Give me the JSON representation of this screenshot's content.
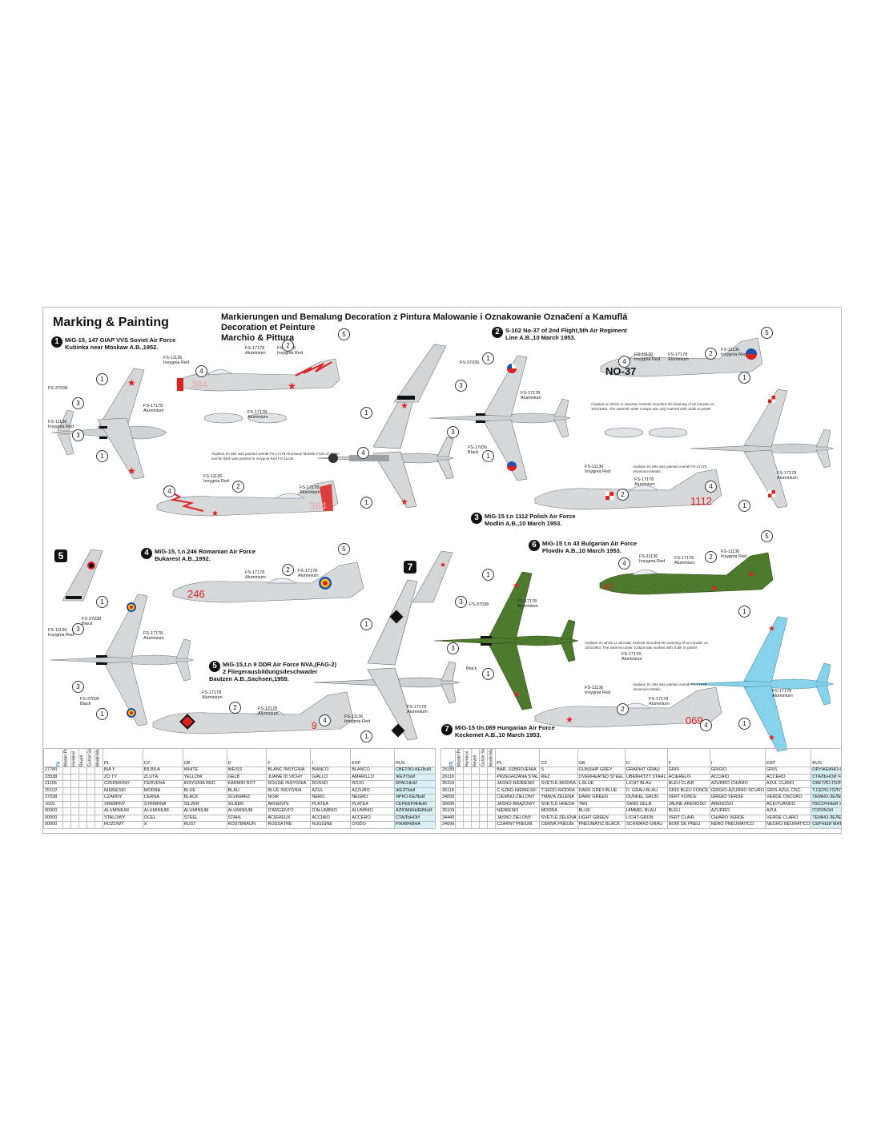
{
  "title": "Marking & Painting",
  "lang_titles": [
    "Markierungen und Bemalung  Decoration z Pintura  Malowanie i Oznakowanie  Označení a Kamuflá",
    "Decoration et Peinture",
    "Marchio & Pittura"
  ],
  "schemes": [
    {
      "num": "1",
      "lines": [
        "MiG-15, 147 GIAP VVS Soviet Air Force",
        "Kubinka near Moskaw A.B.,1952."
      ]
    },
    {
      "num": "2",
      "lines": [
        "S-102 No-37 of 2nd Flight,5th Air Regiment",
        "Line A.B.,10 March 1953."
      ]
    },
    {
      "num": "3",
      "lines": [
        "MiG-15 t.n 1112 Polish Air Force",
        "Modlin A.B.,10 March 1953."
      ]
    },
    {
      "num": "4",
      "lines": [
        "MiG-15, t.n.246 Romanian Air Force",
        "Bukarest A.B.,1992."
      ]
    },
    {
      "num": "5",
      "lines": [
        "MiG-15,t.n 9 DDR Air Force NVA,(FAG-2)",
        "2 Fliegerausbildungsdeschwader",
        "Bautzen A.B.,Sachsen,1959."
      ]
    },
    {
      "num": "6",
      "lines": [
        "MiG-15 t.n 43 Bulgarian Air Force",
        "Plovdiv A.B.,10 March 1953."
      ]
    },
    {
      "num": "7",
      "lines": [
        "MiG-15 t/n.069 Hungarian Air Force",
        "Keckemet A.B.,10 March 1953."
      ]
    }
  ],
  "tail_numbers": {
    "s1": "384",
    "s2": "NO-37",
    "s3": "1112",
    "s4": "246",
    "s5": "9",
    "s6": "43",
    "s7": "069"
  },
  "fs_labels": {
    "fs11136": "FS-11136",
    "fs17178": "FS-17178",
    "fs37038": "FS-37038",
    "fs37036": "FS-37036",
    "fs17036": "FS-17036",
    "insignia": "Insygnia Red",
    "aluminium": "Aluminium",
    "black": "Black"
  },
  "notes": {
    "n1": "Airplane t/n 384 was painted overall FS-17178 Aluminum Metallic.Front of intake and fin flash was painted in Insygnia Red FS-11136",
    "n2": "Airplane on which Lt.Jaroslav Sramek recorded the downing of an intruder on 10/3/1953. The asterisk under cockpit was only marked with chalk or pastel",
    "n3": "Airplane t/n 384 was painted overall FS-17178 Aluminum Metalic.",
    "n4": "Airplane on which Lt.Jaroslav Sramek recorded the downing of an intruder on 10/3/1953. The asterisk under cockpit was marked with chalk or pastel",
    "n5": "Airplane t/n 384 was painted overall FS-17178 Aluminum Metalic."
  },
  "callout_nums": [
    "1",
    "2",
    "3",
    "4",
    "5"
  ],
  "table_left": {
    "headers": {
      "fs": "FS",
      "master_paint": "Master Paint",
      "humbrol": "Humbrol",
      "revell": "Revell",
      "gunze": "Gunze Sangyo",
      "model_master": "Model Master",
      "pl": "PL",
      "cz": "CZ",
      "gb": "GB",
      "d": "D",
      "f": "F",
      "i": "I",
      "esp": "ESP",
      "rus": "RUS"
    },
    "rows": [
      [
        "27780",
        "BIA Y",
        "BÍLBÍLÁ",
        "WHITE",
        "WEISS",
        "BLANC INSYGNIA",
        "BIANCO",
        "BLANCO",
        "СВЕТЛО-БЕЛЫЙ"
      ],
      [
        "23538",
        "ŻÓ TY",
        "ŽLUTÁ",
        "YELLOW",
        "GELB",
        "JUANE ID.VICHY",
        "GIALLO",
        "AMARILLO",
        "ЖЕЛТЫЙ"
      ],
      [
        "21105",
        "CZERWONY",
        "ČERVENÁ",
        "INSYGNIA RED",
        "KARMIN ROT",
        "ROUGE INSYGNIA",
        "ROSSO",
        "ROJO",
        "КРАСНЫЙ"
      ],
      [
        "25102",
        "NIEBIESKI",
        "MODRÁ",
        "BLUE",
        "BLAU",
        "BLUE INSYGNIA",
        "AZUL",
        "AZZURO",
        "ЖЕЛТЫЙ"
      ],
      [
        "37038",
        "CZARNY",
        "ČERNÁ",
        "BLACK",
        "SCHWARZ",
        "NOIR",
        "NERO",
        "NEGRO",
        "ЯРКО-БЕЛЫЙ"
      ],
      [
        "1615",
        "SREBRNY",
        "STŘÍBRNÁ",
        "SILVER",
        "SILBER",
        "ARGENTÉ",
        "PLATEA",
        "PLATEA",
        "СЕРЕБРЯНЫЙ"
      ],
      [
        "00000",
        "ALUMINIUM",
        "ALUMINIUM",
        "ALUMINIUM",
        "ALUMINIUM",
        "D'ARGENTO",
        "D'ALUMINIO",
        "ALUMINIO",
        "АЛЮМИНИЕВЫЙ"
      ],
      [
        "00000",
        "STALOWY",
        "OCEL",
        "STEEL",
        "STAHL",
        "ACIÉREUX",
        "ACCIAIO",
        "ACCERO",
        "СТАЛЬНОЙ"
      ],
      [
        "00000",
        "RÓŻOWY",
        "X",
        "RUST",
        "ROSTBRAUN",
        "ROSSÂTRE",
        "RUGGINE",
        "ÓXIDO",
        "РЖАВЧИНА"
      ]
    ]
  },
  "table_right": {
    "rows": [
      [
        "25189",
        "BAR. UZBROJENIA",
        "Š",
        "GUNSHIP GREY",
        "GRAPHIT GRAU",
        "GRIS",
        "GRIGIO",
        "GRIS",
        "ОРУЖЕЙНО-СЕР"
      ],
      [
        "26118",
        "PRZEGRZANA STAL",
        "REŽ",
        "OVERHEATED STEEL",
        "ÜBERHITZT STAHL",
        "ACIÉREUX",
        "ACCIAIO",
        "ACCERO",
        "СТАЛЬНОЙ ЧЕРНЫЙ"
      ],
      [
        "35159",
        "JASNO-NIEBIESKI",
        "SVĚTLE-MODRÁ",
        "L.BLUE",
        "LICHT BLAU",
        "BLEU CLAIR",
        "AZURRO CHIARO",
        "AZUL CLARO",
        "СВЕТЛО-ГОЛУБОЙ"
      ],
      [
        "36118",
        "C.SZRO-NIEBIESKI",
        "T.ŠEDO-MODRÁ",
        "DARK GREY-BLUE",
        "D. GRAU-BLAU",
        "GRIS BLEU FONCÉ",
        "GRIGIO-AZURRO SCURO",
        "GRIS-AZUL OSC.",
        "Т.СЕРО-ГОЛУБОЙ"
      ],
      [
        "34058",
        "CIEMNO-ZIELONY",
        "TMAVÁ ZELENÁ",
        "DARK GREEN",
        "DUNKEL GRÜN",
        "VERT FONCÉ",
        "GRIGIO VERDE",
        "VERDE OSCURO",
        "ТЕМНО-ЗЕЛЕНЫЙ"
      ],
      [
        "30095",
        "JASNO-BRĄZOWY",
        "SVĚTLE HNĚDÁ",
        "TAN",
        "SAND GELB",
        "JAUNE ARENOSO",
        "ARENOSO",
        "ACEITUANDO",
        "ПЕСОЧНЫЙ ЖЕЛ"
      ],
      [
        "35109",
        "NIEBIESKI",
        "MODRÁ",
        "BLUE",
        "HIMMEL BLAU",
        "BLEU",
        "AZURRO",
        "AZUL",
        "ГОЛУБОЙ"
      ],
      [
        "34449",
        "JASNO ZIELONY",
        "SVĚTLE ZELENÁ",
        "LIGHT GREEN",
        "LICHT-GRÜN",
        "VERT CLAIR",
        "CHIARO VERDE",
        "VERDE CLARO",
        "ТЕМНО-ЗЕЛЕНЫЙ"
      ],
      [
        "34096",
        "CZARNY PNEUM.",
        "ČERNÁ PNEUM.",
        "PNEUMATIC BLACK",
        "SCHWARZ-GRAU",
        "NOIR DE PNEU",
        "NERO PNEUMATICO",
        "NEGRO NEUMATICO",
        "СЕРНЫЙ МАТОВЫЙ"
      ]
    ]
  }
}
